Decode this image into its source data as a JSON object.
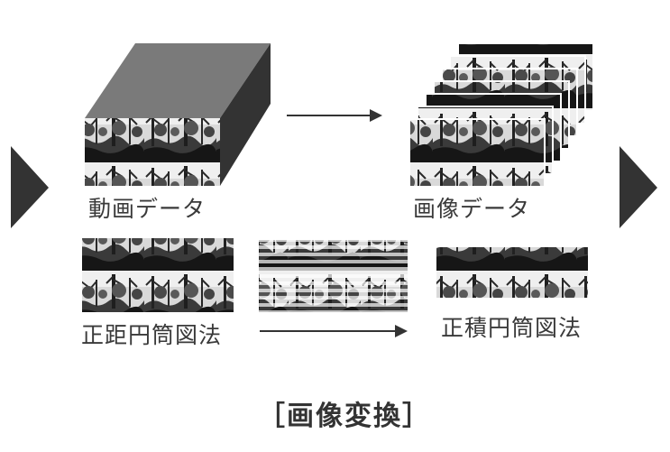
{
  "labels": {
    "video_data": "動画データ",
    "image_data": "画像データ",
    "equirectangular": "正距円筒図法",
    "equal_area_cylindrical": "正積円筒図法"
  },
  "caption": "［画像変換］",
  "colors": {
    "arrow": "#333333",
    "cube_top": "#7a7a7a",
    "cube_side": "#333333",
    "photo_dark": "#1c1c1c",
    "photo_light": "#e6e6e6"
  },
  "icons": {
    "left_marker": "triangle-right-icon",
    "right_marker": "triangle-right-icon",
    "flow_arrows": "arrow-right-icon"
  }
}
